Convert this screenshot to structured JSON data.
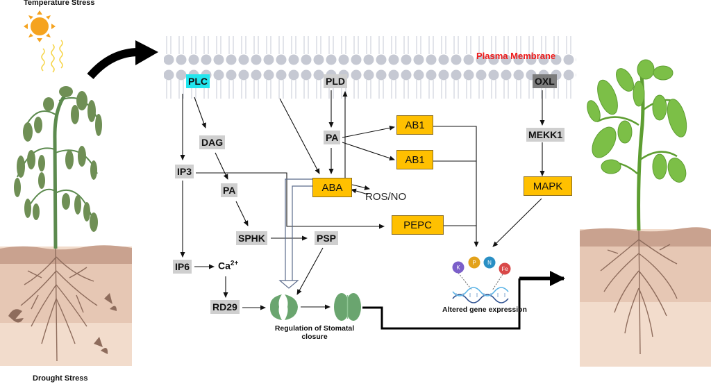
{
  "title": "Plant responses to temperature and drought stress: membrane signaling to stomatal closure and gene expression",
  "stresses": {
    "temperature": "Temperature Stress",
    "drought": "Drought Stress"
  },
  "membrane": {
    "label": "Plasma Membrane",
    "label_color": "#ee1c1c"
  },
  "nodes": {
    "plc": "PLC",
    "pld": "PLD",
    "oxl": "OXL",
    "dag": "DAG",
    "ip3": "IP3",
    "pa_left": "PA",
    "pa_top": "PA",
    "sphk": "SPHK",
    "psp": "PSP",
    "ip6": "IP6",
    "ca": "Ca",
    "ca_sup": "2+",
    "rd29": "RD29",
    "aba": "ABA",
    "ab1_top": "AB1",
    "ab1_bottom": "AB1",
    "pepc": "PEPC",
    "mekk1": "MEKK1",
    "mapk": "MAPK",
    "ros_no": "ROS/NO"
  },
  "nutrients": [
    "K",
    "P",
    "N",
    "Fe"
  ],
  "nutrient_colors": [
    "#7b5fc9",
    "#e3a21a",
    "#2a8fc4",
    "#d94848"
  ],
  "captions": {
    "stomata": "Regulation of Stomatal",
    "stomata_line2": "closure",
    "gene": "Altered gene expression"
  },
  "colors": {
    "gold_box": "#ffc000",
    "gray_box": "#cfcfcf",
    "cyan_box": "#22e6ee",
    "dark_box": "#7d7d7d",
    "stomata_green": "#6aa56f",
    "leaf_wilted": "#6f8f55",
    "leaf_healthy": "#7cbf47",
    "soil_top": "#c9a28f",
    "soil_mid": "#e6c7b4",
    "soil_low": "#f2dccc",
    "root": "#8e6c5c",
    "sun": "#f5a31f"
  }
}
